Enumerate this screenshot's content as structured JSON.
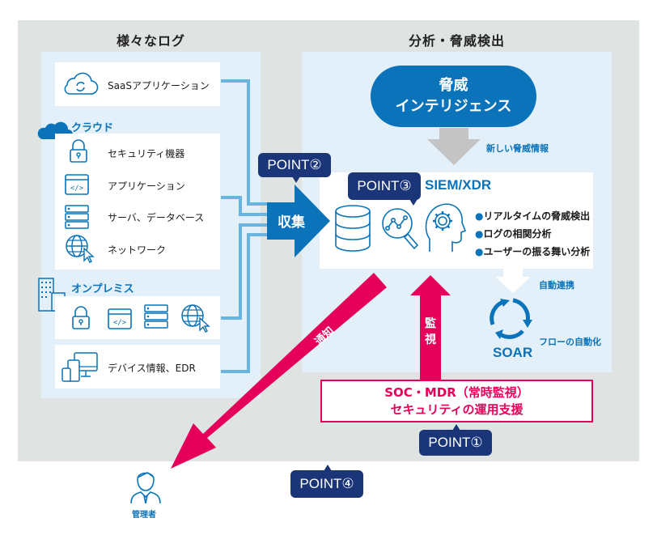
{
  "sections": {
    "logs_title": "様々なログ",
    "analysis_title": "分析・脅威検出"
  },
  "logs": {
    "saas": "SaaSアプリケーション",
    "cloud_group": "クラウド",
    "cloud_items": [
      "セキュリティ機器",
      "アプリケーション",
      "サーバ、データベース",
      "ネットワーク"
    ],
    "onprem_group": "オンプレミス",
    "device": "デバイス情報、EDR"
  },
  "collect_label": "収集",
  "threat_intel": {
    "line1": "脅威",
    "line2": "インテリジェンス",
    "new_info": "新しい脅威情報"
  },
  "siem": {
    "title": "SIEM/XDR",
    "features": [
      "リアルタイムの脅威検出",
      "ログの相関分析",
      "ユーザーの振る舞い分析"
    ],
    "bullet": "●"
  },
  "soar": {
    "label": "SOAR",
    "auto_link": "自動連携",
    "automation": "フローの自動化"
  },
  "arrows": {
    "notify": "通知",
    "monitor_1": "監",
    "monitor_2": "視"
  },
  "soc": {
    "line1": "SOC・MDR（常時監視）",
    "line2": "セキュリティの運用支援"
  },
  "admin_label": "管理者",
  "points": {
    "p1": "POINT①",
    "p2": "POINT②",
    "p3": "POINT③",
    "p4": "POINT④"
  },
  "colors": {
    "accent_blue": "#0a73b9",
    "navy": "#1a3578",
    "pink": "#e5005a",
    "connector": "#6ab4e0",
    "gray_panel": "#dfe4e3",
    "light_panel": "#e3f0f9"
  }
}
